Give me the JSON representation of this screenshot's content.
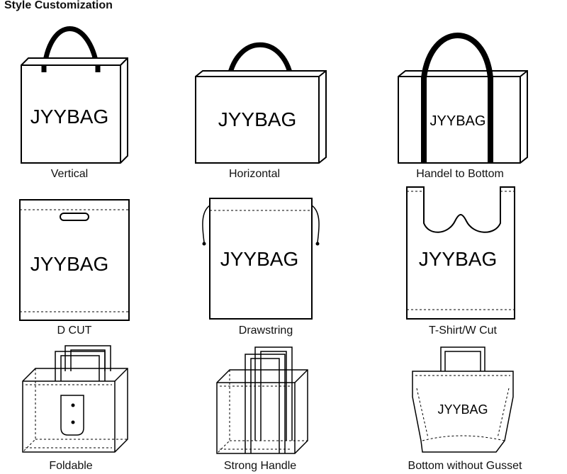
{
  "page": {
    "title": "Style Customization"
  },
  "brand_text": "JYYBAG",
  "styles": [
    {
      "id": "vertical",
      "caption": "Vertical",
      "has_brand": true
    },
    {
      "id": "horizontal",
      "caption": "Horizontal",
      "has_brand": true
    },
    {
      "id": "handle-to-bottom",
      "caption": "Handel to Bottom",
      "has_brand": true
    },
    {
      "id": "d-cut",
      "caption": "D CUT",
      "has_brand": true
    },
    {
      "id": "drawstring",
      "caption": "Drawstring",
      "has_brand": true
    },
    {
      "id": "t-shirt-w-cut",
      "caption": "T-Shirt/W Cut",
      "has_brand": true
    },
    {
      "id": "foldable",
      "caption": "Foldable",
      "has_brand": false
    },
    {
      "id": "strong-handle",
      "caption": "Strong Handle",
      "has_brand": false
    },
    {
      "id": "bottom-without-gusset",
      "caption": "Bottom without Gusset",
      "has_brand": true
    }
  ]
}
